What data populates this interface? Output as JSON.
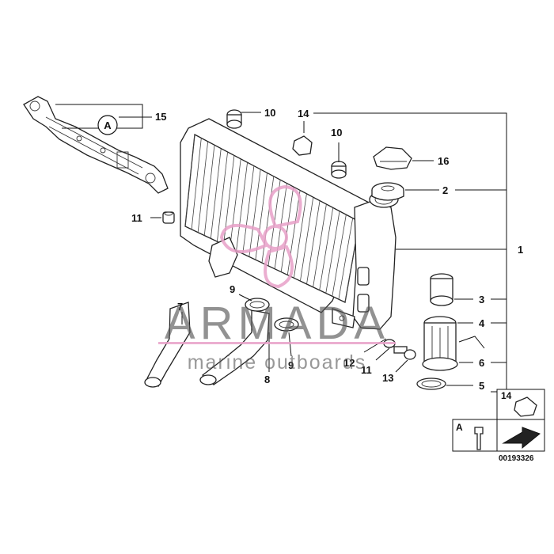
{
  "callouts": {
    "c1": "1",
    "c2": "2",
    "c3": "3",
    "c4": "4",
    "c5_right": "5",
    "c6": "6",
    "c7": "7",
    "c8": "8",
    "c9_top": "9",
    "c9_bottom": "9",
    "c10_top": "10",
    "c10_mid": "10",
    "c11_left": "11",
    "c11_bottom": "11",
    "c12": "12",
    "c13": "13",
    "c14": "14",
    "c15": "15",
    "c16": "16",
    "circle_a": "A"
  },
  "inset": {
    "label_14": "14",
    "label_a": "A"
  },
  "diagram_number": "00193326",
  "watermark": {
    "brand": "ARMADA",
    "tagline": "marine outboards",
    "accent_color": "#e8a0c8"
  }
}
